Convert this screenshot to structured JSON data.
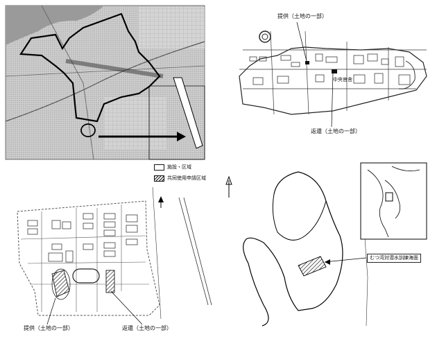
{
  "legend": {
    "facility_area": "施設・区域",
    "joint_use_area": "共同使用申請区域"
  },
  "top_right_map": {
    "provision_label": "提供（土地の一部）",
    "return_label": "返還（土地の一部）",
    "inner_label": "中央官舎"
  },
  "bottom_left_map": {
    "provision_label": "提供（土地の一部）",
    "return_label": "返還（土地の一部）"
  },
  "bottom_right_map": {
    "training_area_label": "むつ湾対潜水訓練海面"
  }
}
